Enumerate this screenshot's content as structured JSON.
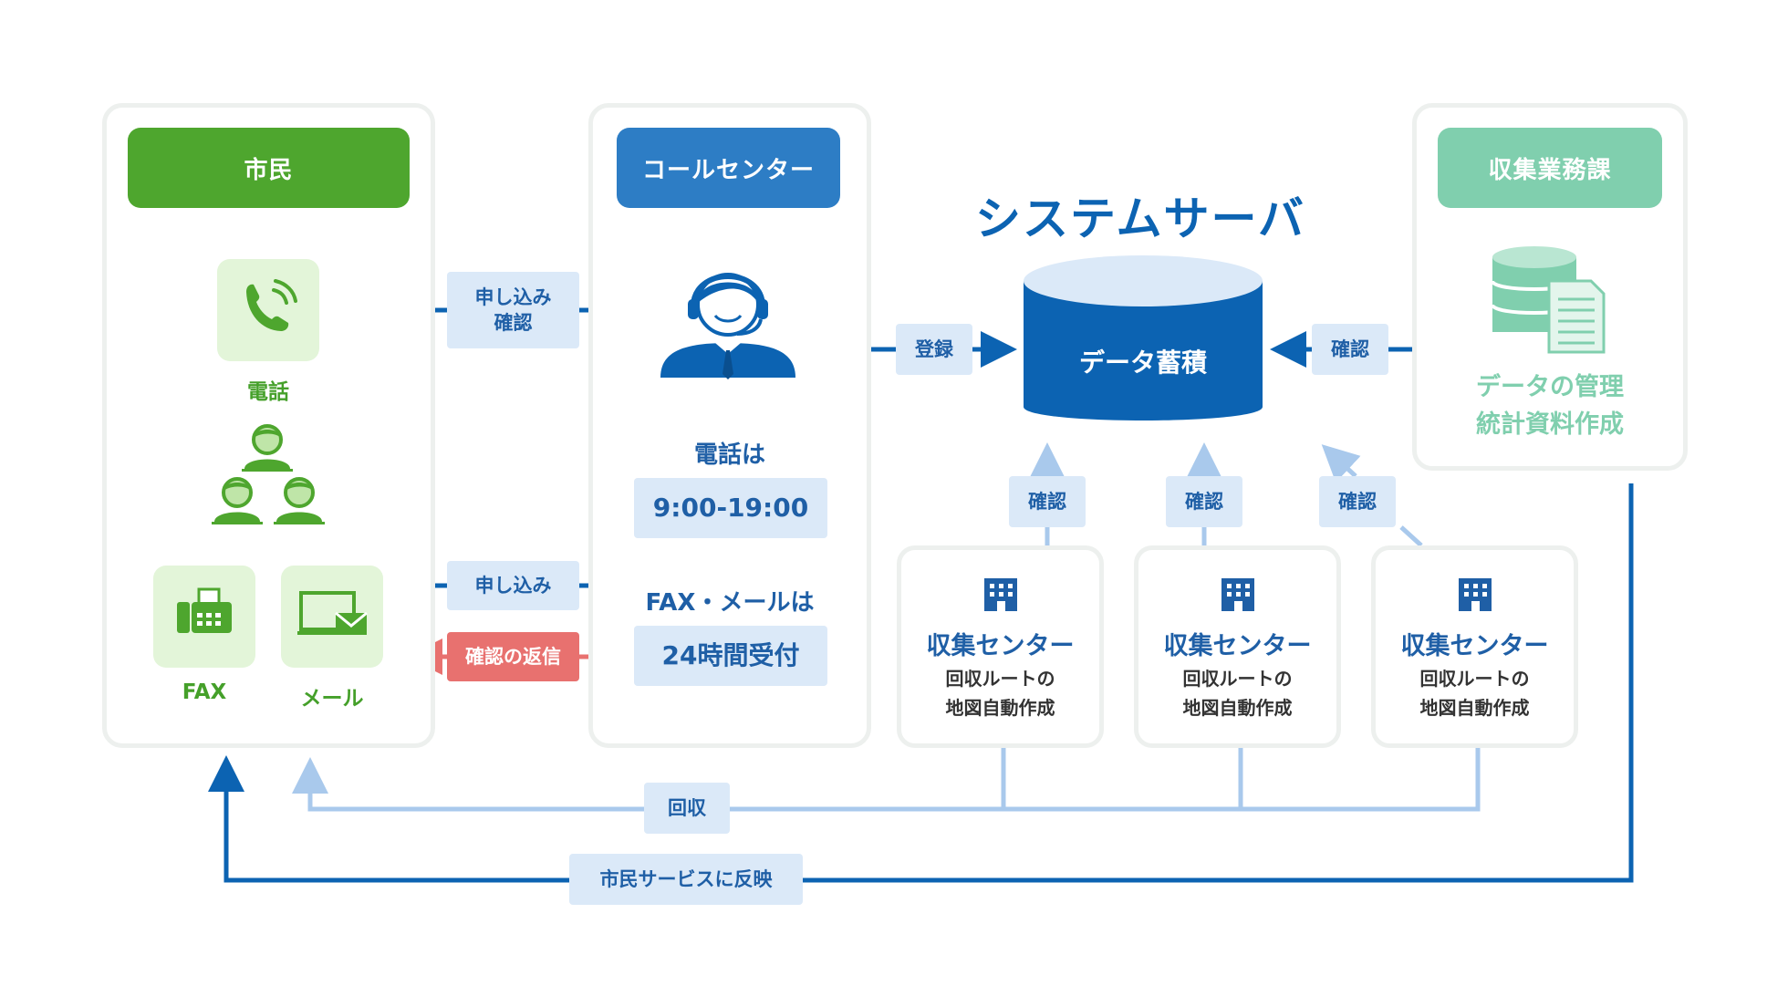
{
  "citizen": {
    "header": "市民",
    "phone_label": "電話",
    "fax_label": "FAX",
    "mail_label": "メール"
  },
  "callcenter": {
    "header": "コールセンター",
    "phone_hours_title": "電話は",
    "phone_hours": "9:00-19:00",
    "fax_mail_title": "FAX・メールは",
    "fax_mail_hours": "24時間受付"
  },
  "server": {
    "title": "システムサーバ",
    "db_label": "データ蓄積"
  },
  "collection_dept": {
    "header": "収集業務課",
    "desc_line1": "データの管理",
    "desc_line2": "統計資料作成"
  },
  "centers": [
    {
      "title": "収集センター",
      "line1": "回収ルートの",
      "line2": "地図自動作成"
    },
    {
      "title": "収集センター",
      "line1": "回収ルートの",
      "line2": "地図自動作成"
    },
    {
      "title": "収集センター",
      "line1": "回収ルートの",
      "line2": "地図自動作成"
    }
  ],
  "flows": {
    "apply_confirm_line1": "申し込み",
    "apply_confirm_line2": "確認",
    "apply": "申し込み",
    "confirm_reply": "確認の返信",
    "register": "登録",
    "confirm": "確認",
    "collect": "回収",
    "reflect": "市民サービスに反映"
  },
  "colors": {
    "green": "#4ea62e",
    "blue": "#2d7dc5",
    "dark_blue": "#0c63b2",
    "teal": "#80cfae",
    "light_blue": "#a9c9ec",
    "red": "#e8716f"
  }
}
